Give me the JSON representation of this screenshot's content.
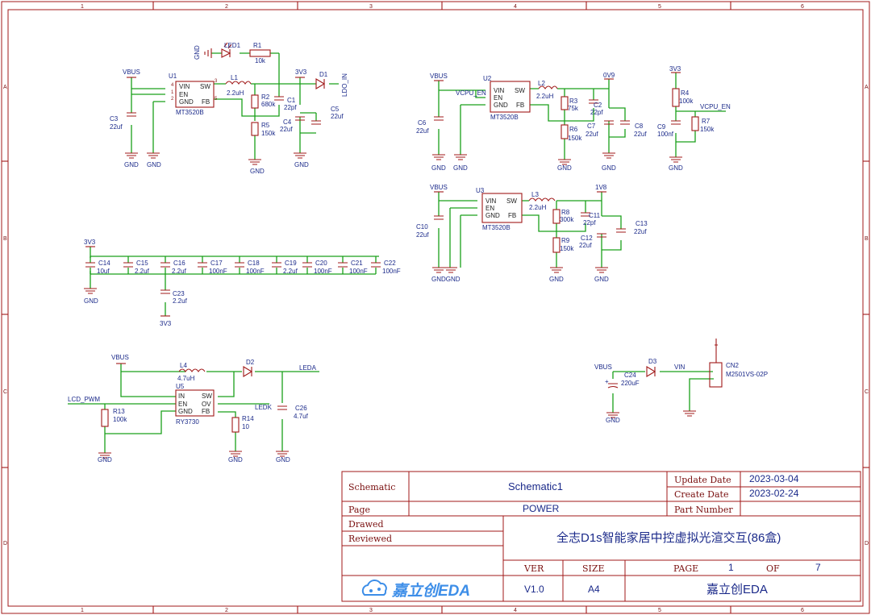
{
  "border": {
    "columns": [
      "1",
      "2",
      "3",
      "4",
      "5",
      "6"
    ],
    "rows": [
      "A",
      "B",
      "C",
      "D"
    ]
  },
  "title_block": {
    "schematic_label": "Schematic",
    "schematic_value": "Schematic1",
    "page_label": "Page",
    "page_value": "POWER",
    "drawed_label": "Drawed",
    "reviewed_label": "Reviewed",
    "update_date_label": "Update Date",
    "update_date": "2023-03-04",
    "create_date_label": "Create Date",
    "create_date": "2023-02-24",
    "part_number_label": "Part Number",
    "project_title": "全志D1s智能家居中控虚拟光渲交互(86盒)",
    "ver_label": "VER",
    "ver_value": "V1.0",
    "size_label": "SIZE",
    "size_value": "A4",
    "page_num_label": "PAGE",
    "page_num": "1",
    "of_label": "OF",
    "page_total": "7",
    "brand_logo_text": "嘉立创EDA",
    "company": "嘉立创EDA"
  },
  "colors": {
    "wire": "#1aa01a",
    "component": "#a01818",
    "label": "#1b2a8a"
  },
  "circuit_ldo": {
    "vbus": "VBUS",
    "u1": "U1",
    "u1_part": "MT3520B",
    "pin_vin": "VIN",
    "pin_en": "EN",
    "pin_gnd": "GND",
    "pin_sw": "SW",
    "pin_fb": "FB",
    "p1": "1",
    "p2": "2",
    "p3": "3",
    "p4": "4",
    "p5": "5",
    "led": "LED1",
    "r1": "R1",
    "r1_val": "10k",
    "l1": "L1",
    "l1_val": "2.2uH",
    "v33": "3V3",
    "d1": "D1",
    "ldo_in": "LDO_IN",
    "r2": "R2",
    "r2_val": "680k",
    "c1": "C1",
    "c1_val": "22pf",
    "r5": "R5",
    "r5_val": "150k",
    "c4": "C4",
    "c4_val": "22uf",
    "c5": "C5",
    "c5_val": "22uf",
    "c3": "C3",
    "c3_val": "22uf",
    "gnd": "GND"
  },
  "circuit_vcpu": {
    "vbus": "VBUS",
    "u2": "U2",
    "u2_part": "MT3520B",
    "en_net": "VCPU_EN",
    "l2": "L2",
    "l2_val": "2.2uH",
    "v09": "0V9",
    "r3": "R3",
    "r3_val": "75k",
    "c2": "C2",
    "c2_val": "22pf",
    "r6": "R6",
    "r6_val": "150k",
    "c7": "C7",
    "c7_val": "22uf",
    "c8": "C8",
    "c8_val": "22uf",
    "c6": "C6",
    "c6_val": "22uf",
    "gnd": "GND"
  },
  "circuit_vcpu_en": {
    "v33": "3V3",
    "r4": "R4",
    "r4_val": "100k",
    "net": "VCPU_EN",
    "c9": "C9",
    "c9_val": "100nf",
    "r7": "R7",
    "r7_val": "150k",
    "gnd": "GND"
  },
  "circuit_1v8": {
    "vbus": "VBUS",
    "u3": "U3",
    "u3_part": "MT3520B",
    "l3": "L3",
    "l3_val": "2.2uH",
    "v18": "1V8",
    "r8": "R8",
    "r8_val": "300k",
    "c11": "C11",
    "c11_val": "22pf",
    "r9": "R9",
    "r9_val": "150k",
    "c12": "C12",
    "c12_val": "22uf",
    "c13": "C13",
    "c13_val": "22uf",
    "c10": "C10",
    "c10_val": "22uf",
    "gnd": "GND",
    "gndgnd": "GNDGND"
  },
  "decoupling": {
    "v33": "3V3",
    "gnd": "GND",
    "caps": [
      {
        "ref": "C14",
        "val": "10uf"
      },
      {
        "ref": "C15",
        "val": "2.2uf"
      },
      {
        "ref": "C16",
        "val": "2.2uf"
      },
      {
        "ref": "C17",
        "val": "100nF"
      },
      {
        "ref": "C18",
        "val": "100nF"
      },
      {
        "ref": "C19",
        "val": "2.2uf"
      },
      {
        "ref": "C20",
        "val": "100nF"
      },
      {
        "ref": "C21",
        "val": "100nF"
      },
      {
        "ref": "C22",
        "val": "100nF"
      }
    ],
    "c23": "C23",
    "c23_val": "2.2uf"
  },
  "circuit_backlight": {
    "vbus": "VBUS",
    "l4": "L4",
    "l4_val": "4.7uH",
    "d2": "D2",
    "leda": "LEDA",
    "u5": "U5",
    "u5_part": "RY3730",
    "pin_in": "IN",
    "pin_en": "EN",
    "pin_gnd": "GND",
    "pin_sw": "SW",
    "pin_ov": "OV",
    "pin_fb": "FB",
    "pwm": "LCD_PWM",
    "ledk": "LEDK",
    "r13": "R13",
    "r13_val": "100k",
    "r14": "R14",
    "r14_val": "10",
    "c26": "C26",
    "c26_val": "4.7uf",
    "gnd": "GND"
  },
  "circuit_input": {
    "vbus": "VBUS",
    "c24": "C24",
    "c24_val": "220uF",
    "d3": "D3",
    "vin": "VIN",
    "cn2": "CN2",
    "cn2_part": "M2501VS-02P",
    "gnd": "GND"
  }
}
